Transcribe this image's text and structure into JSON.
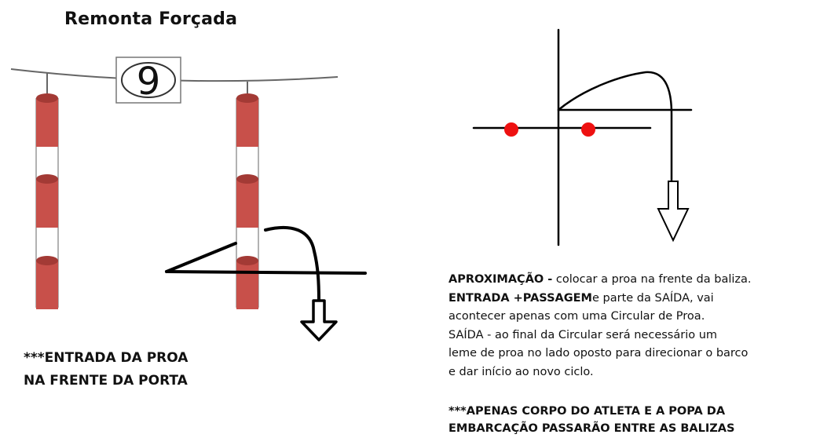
{
  "title": "Remonta Forçada",
  "gate_number": "9",
  "left_note": [
    "***ENTRADA DA PROA",
    "NA FRENTE DA PORTA"
  ],
  "description": {
    "line1_bold": "APROXIMAÇÃO -",
    "line1_text": " colocar a proa na frente da baliza.",
    "line2_bold": "ENTRADA +PASSAGEM",
    "line2_text": "e parte da SAÍDA, vai",
    "line3": "acontecer apenas com uma Circular de Proa.",
    "line4": "SAÍDA - ao final da Circular será necessário um",
    "line5": "leme de proa no lado oposto para direcionar o barco",
    "line6": "e dar início ao novo ciclo."
  },
  "right_note": [
    "***APENAS CORPO DO ATLETA E A POPA DA",
    "EMBARCAÇÃO PASSARÃO ENTRE AS BALIZAS"
  ],
  "colors": {
    "pole_red": "#c8504a",
    "pole_dark": "#9a2f2b",
    "dot_red": "#ee1111",
    "line": "#000000"
  }
}
